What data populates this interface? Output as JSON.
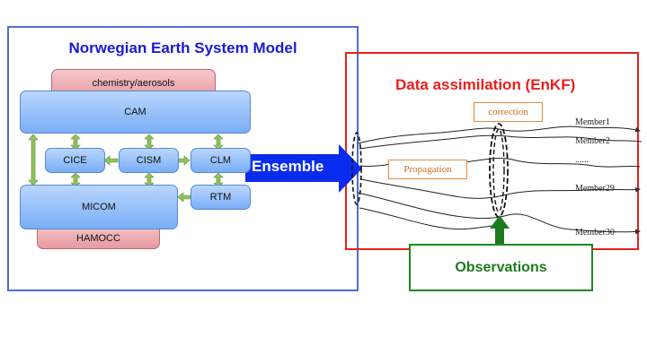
{
  "noresm": {
    "title": "Norwegian Earth System Model",
    "components": {
      "chemistry": "chemistry/aerosols",
      "cam": "CAM",
      "cice": "CICE",
      "cism": "CISM",
      "clm": "CLM",
      "rtm": "RTM",
      "micom": "MICOM",
      "hamocc": "HAMOCC"
    }
  },
  "ensemble_label": "Ensemble",
  "da": {
    "title": "Data assimilation (EnKF)",
    "correction_label": "correction",
    "propagation_label": "Propagation",
    "members": [
      "Member1",
      "Member2",
      "......",
      "Member29",
      "Member30"
    ]
  },
  "observations_label": "Observations",
  "colors": {
    "noresm_frame": "#4a6fd6",
    "da_frame": "#e8201d",
    "obs_frame": "#1e8a1e",
    "ensemble_arrow": "#0a2cf0",
    "obs_arrow": "#1e7a1e",
    "component_arrows": "#8fc25a"
  }
}
